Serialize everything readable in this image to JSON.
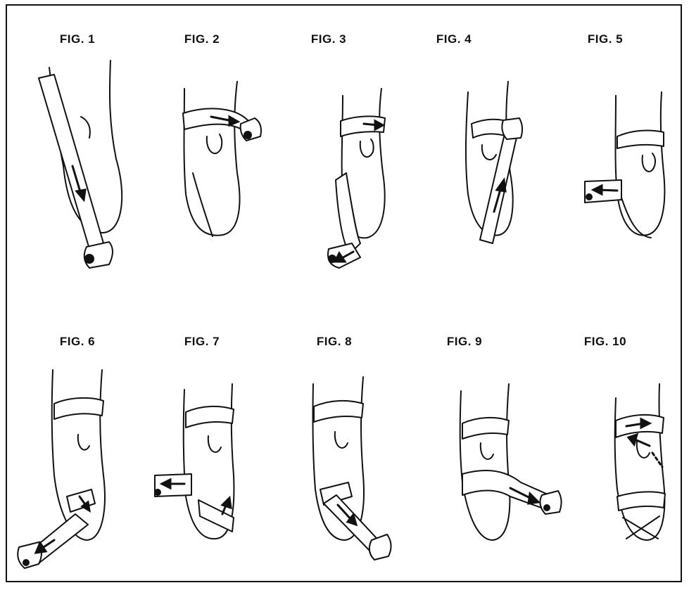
{
  "figures": [
    {
      "label": "FIG. 1"
    },
    {
      "label": "FIG. 2"
    },
    {
      "label": "FIG. 3"
    },
    {
      "label": "FIG. 4"
    },
    {
      "label": "FIG. 5"
    },
    {
      "label": "FIG. 6"
    },
    {
      "label": "FIG. 7"
    },
    {
      "label": "FIG. 8"
    },
    {
      "label": "FIG. 9"
    },
    {
      "label": "FIG. 10"
    }
  ]
}
